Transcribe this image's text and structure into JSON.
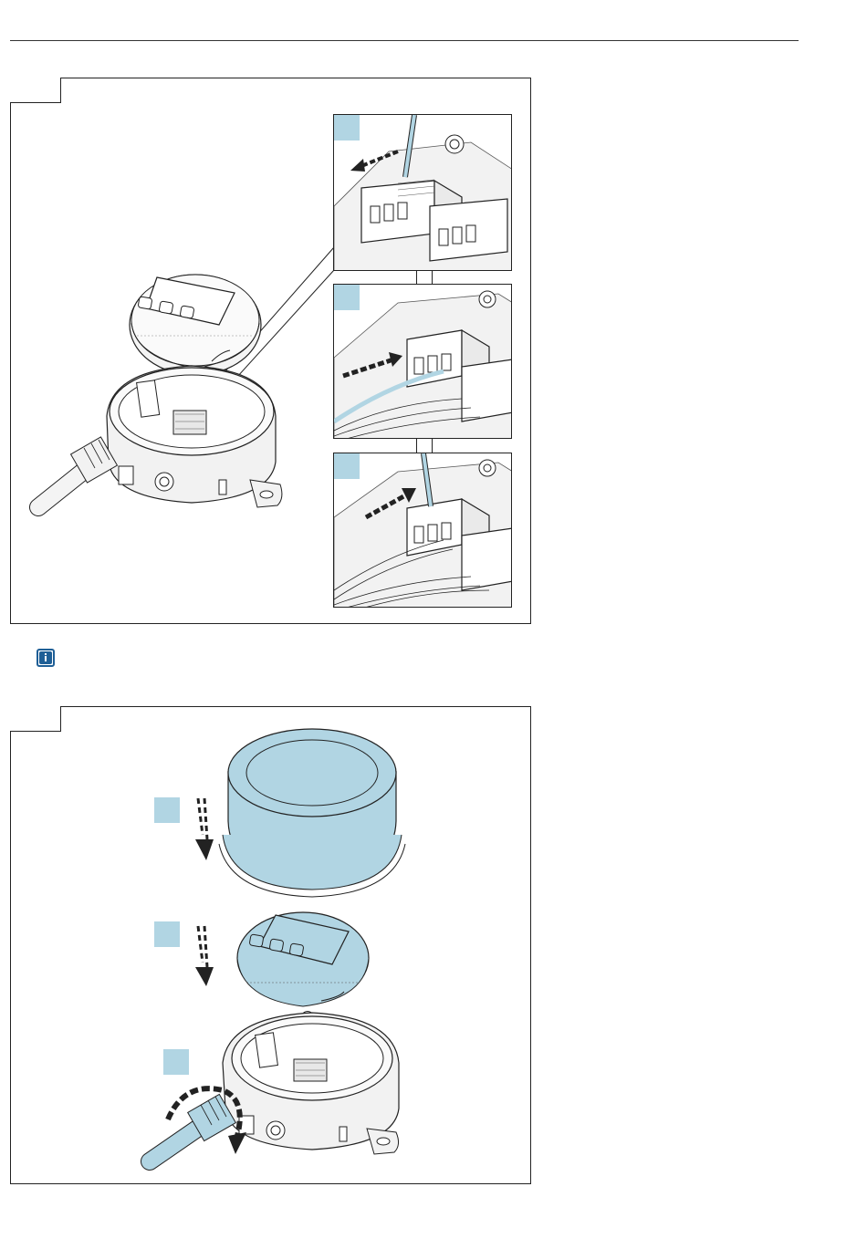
{
  "page": {
    "header_rule": true
  },
  "figure1": {
    "insets": [
      {
        "step": "",
        "icon": "push-release-screwdriver"
      },
      {
        "step": "",
        "icon": "insert-wire"
      },
      {
        "step": "",
        "icon": "release-screwdriver"
      }
    ],
    "colors": {
      "accent": "#b1d5e3",
      "line": "#222222",
      "fill": "#f2f2f2"
    }
  },
  "note": {
    "icon": "info-icon"
  },
  "figure2": {
    "steps": [
      {
        "step": "",
        "icon": "close-cover"
      },
      {
        "step": "",
        "icon": "attach-display"
      },
      {
        "step": "",
        "icon": "tighten-cable-gland"
      }
    ],
    "colors": {
      "accent": "#b1d5e3",
      "line": "#222222",
      "fill": "#f2f2f2"
    }
  }
}
